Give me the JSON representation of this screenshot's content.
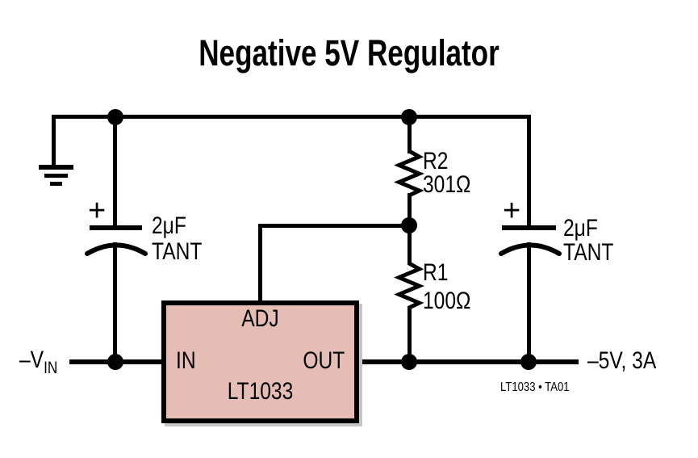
{
  "title": "Negative 5V Regulator",
  "ic": {
    "part": "LT1033",
    "pin_adj": "ADJ",
    "pin_in": "IN",
    "pin_out": "OUT"
  },
  "resistors": {
    "r2": {
      "ref": "R2",
      "value": "301Ω"
    },
    "r1": {
      "ref": "R1",
      "value": "100Ω"
    }
  },
  "capacitors": {
    "left": {
      "polarity": "+",
      "value": "2μF",
      "dielectric": "TANT"
    },
    "right": {
      "polarity": "+",
      "value": "2μF",
      "dielectric": "TANT"
    }
  },
  "labels": {
    "input_prefix": "–V",
    "input_subscript": "IN",
    "output": "–5V, 3A",
    "figure_ref": "LT1033 • TA01"
  },
  "colors": {
    "background": "#ffffff",
    "line": "#000000",
    "text": "#000000",
    "ic_fill": "#e5bdb5",
    "ic_border": "#000000"
  }
}
